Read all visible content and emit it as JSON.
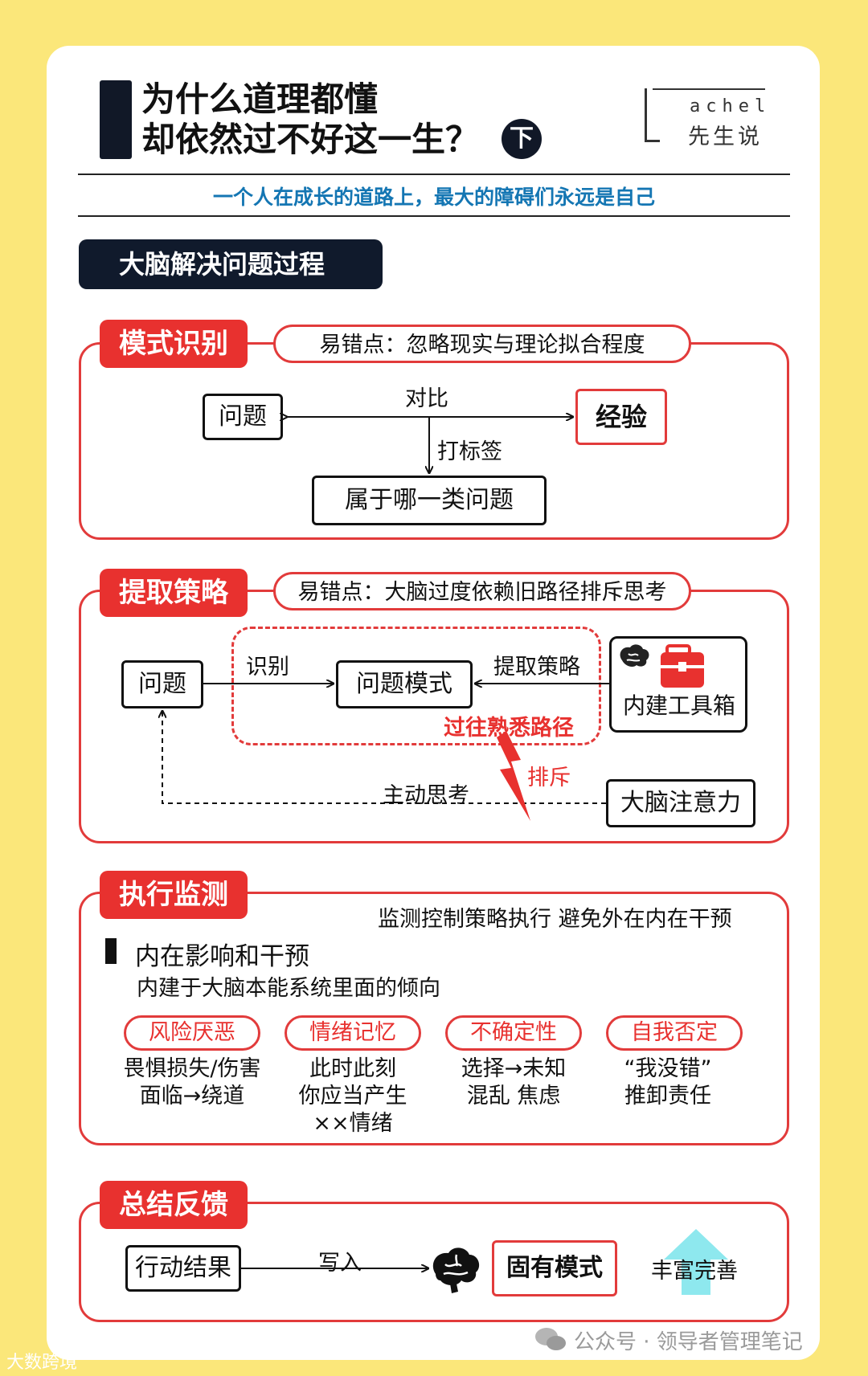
{
  "header": {
    "title_line1": "为什么道理都懂",
    "title_line2": "却依然过不好这一生？",
    "part_badge": "下",
    "logo_en": "achel",
    "logo_cn": "先生说",
    "subtitle": "一个人在成长的道路上，最大的障碍们永远是自己"
  },
  "section_title": "大脑解决问题过程",
  "stage1": {
    "tag": "模式识别",
    "pitfall": "易错点：忽略现实与理论拟合程度",
    "node_problem": "问题",
    "node_experience": "经验",
    "edge_compare": "对比",
    "edge_label": "打标签",
    "node_category": "属于哪一类问题"
  },
  "stage2": {
    "tag": "提取策略",
    "pitfall": "易错点：大脑过度依赖旧路径排斥思考",
    "node_problem": "问题",
    "edge_identify": "识别",
    "node_pattern": "问题模式",
    "edge_extract": "提取策略",
    "node_toolbox": "内建工具箱",
    "familiar_path": "过往熟悉路径",
    "reject": "排斥",
    "edge_active": "主动思考",
    "node_attention": "大脑注意力"
  },
  "stage3": {
    "tag": "执行监测",
    "desc": "监测控制策略执行 避免外在内在干预",
    "sub_heading": "内在影响和干预",
    "sub_desc": "内建于大脑本能系统里面的倾向",
    "traits": [
      {
        "name": "风险厌恶",
        "lines": [
          "畏惧损失/伤害",
          "面临→绕道"
        ]
      },
      {
        "name": "情绪记忆",
        "lines": [
          "此时此刻",
          "你应当产生",
          "××情绪"
        ]
      },
      {
        "name": "不确定性",
        "lines": [
          "选择→未知",
          "混乱 焦虑"
        ]
      },
      {
        "name": "自我否定",
        "lines": [
          "“我没错”",
          "推卸责任"
        ]
      }
    ]
  },
  "stage4": {
    "tag": "总结反馈",
    "node_result": "行动结果",
    "edge_write": "写入",
    "node_fixed": "固有模式",
    "enrich": "丰富完善"
  },
  "footer": {
    "wechat": "公众号 · 领导者管理笔记",
    "watermark": "大数跨境"
  },
  "colors": {
    "accent_red": "#e8312f",
    "navy": "#101a2c",
    "subtitle_blue": "#1476b3",
    "background_yellow": "#fbe77a",
    "arrow_cyan": "#8ee8ee"
  },
  "icons": [
    "brain-icon",
    "toolbox-icon",
    "lightning-icon",
    "up-arrow-icon",
    "wechat-icon"
  ]
}
